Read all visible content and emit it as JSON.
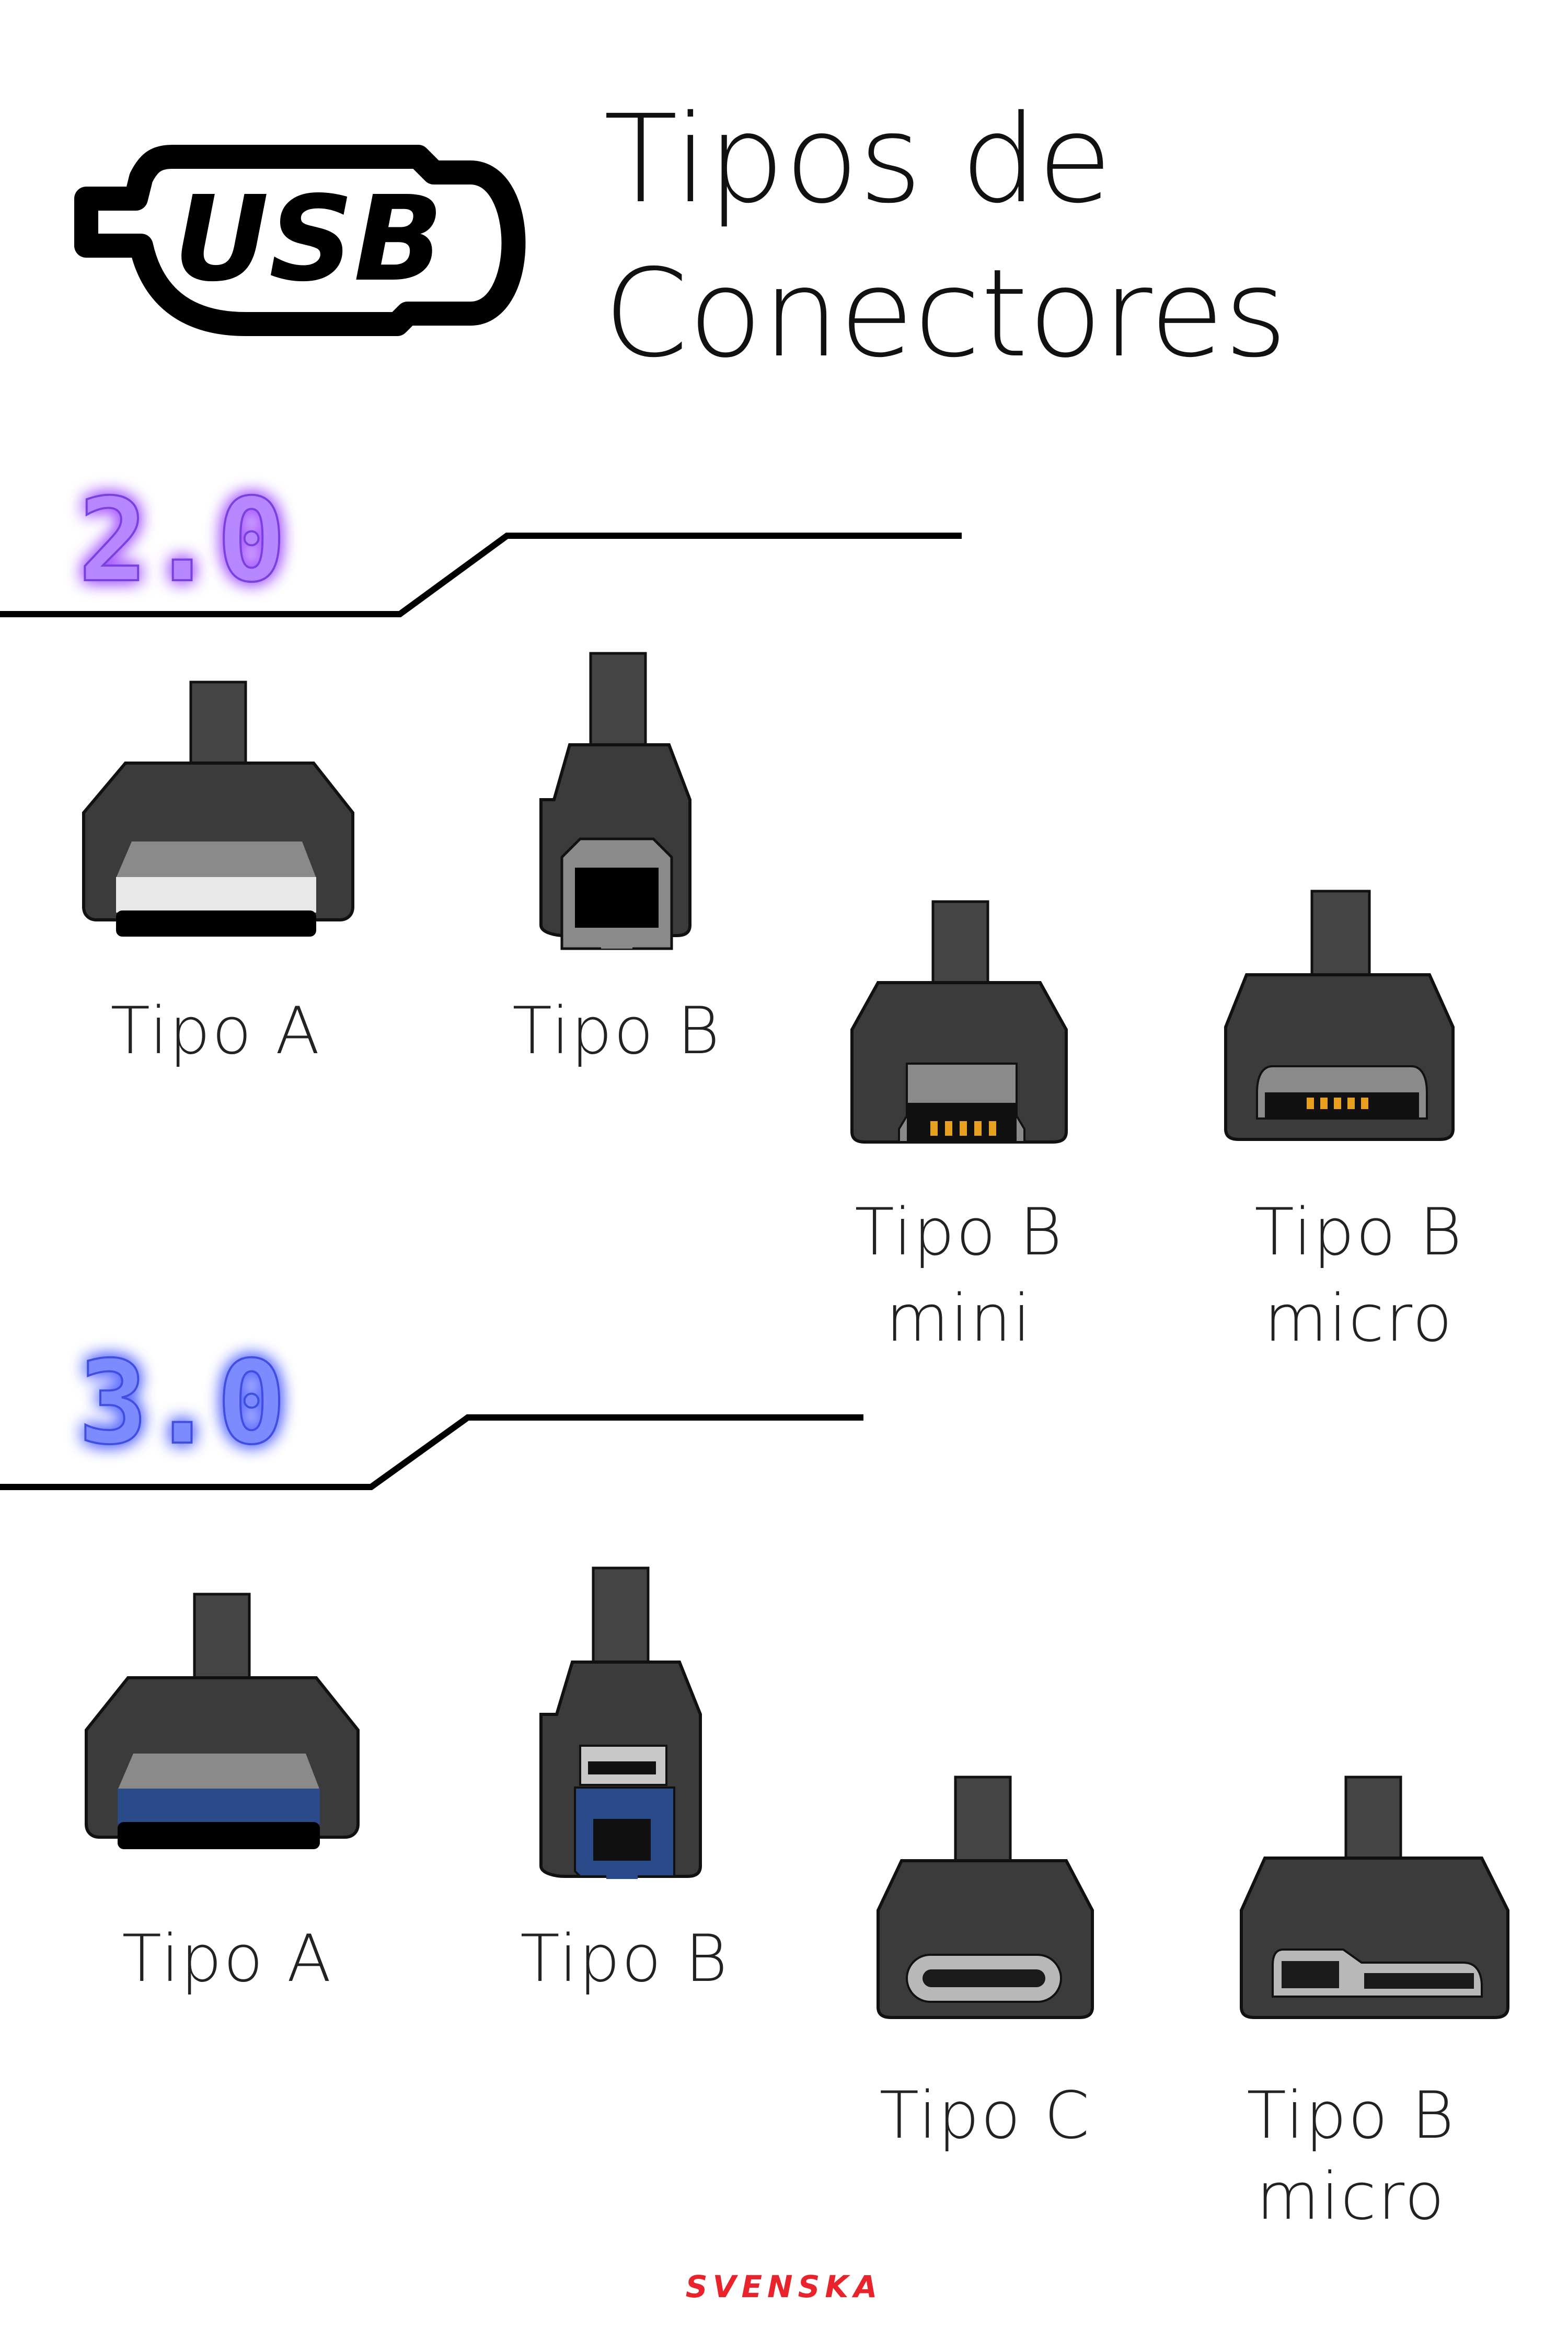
{
  "title": {
    "logo_text": "USB",
    "line1": "Tipos de",
    "line2": "Conectores"
  },
  "sections": [
    {
      "version": "2.0",
      "glow_color": "#a95cff",
      "connectors": [
        {
          "label_lines": [
            "Tipo A"
          ],
          "icon": "usb-a-plug-icon"
        },
        {
          "label_lines": [
            "Tipo B"
          ],
          "icon": "usb-b-plug-icon"
        },
        {
          "label_lines": [
            "Tipo B",
            "mini"
          ],
          "icon": "usb-mini-b-plug-icon"
        },
        {
          "label_lines": [
            "Tipo B",
            "micro"
          ],
          "icon": "usb-micro-b-plug-icon"
        }
      ]
    },
    {
      "version": "3.0",
      "glow_color": "#5d6cff",
      "accent_color": "#2a4a8a",
      "connectors": [
        {
          "label_lines": [
            "Tipo A"
          ],
          "icon": "usb3-a-plug-icon"
        },
        {
          "label_lines": [
            "Tipo B"
          ],
          "icon": "usb3-b-plug-icon"
        },
        {
          "label_lines": [
            "Tipo C"
          ],
          "icon": "usb-c-plug-icon"
        },
        {
          "label_lines": [
            "Tipo B",
            "micro"
          ],
          "icon": "usb3-micro-b-plug-icon"
        }
      ]
    }
  ],
  "brand": "SVENSKA"
}
